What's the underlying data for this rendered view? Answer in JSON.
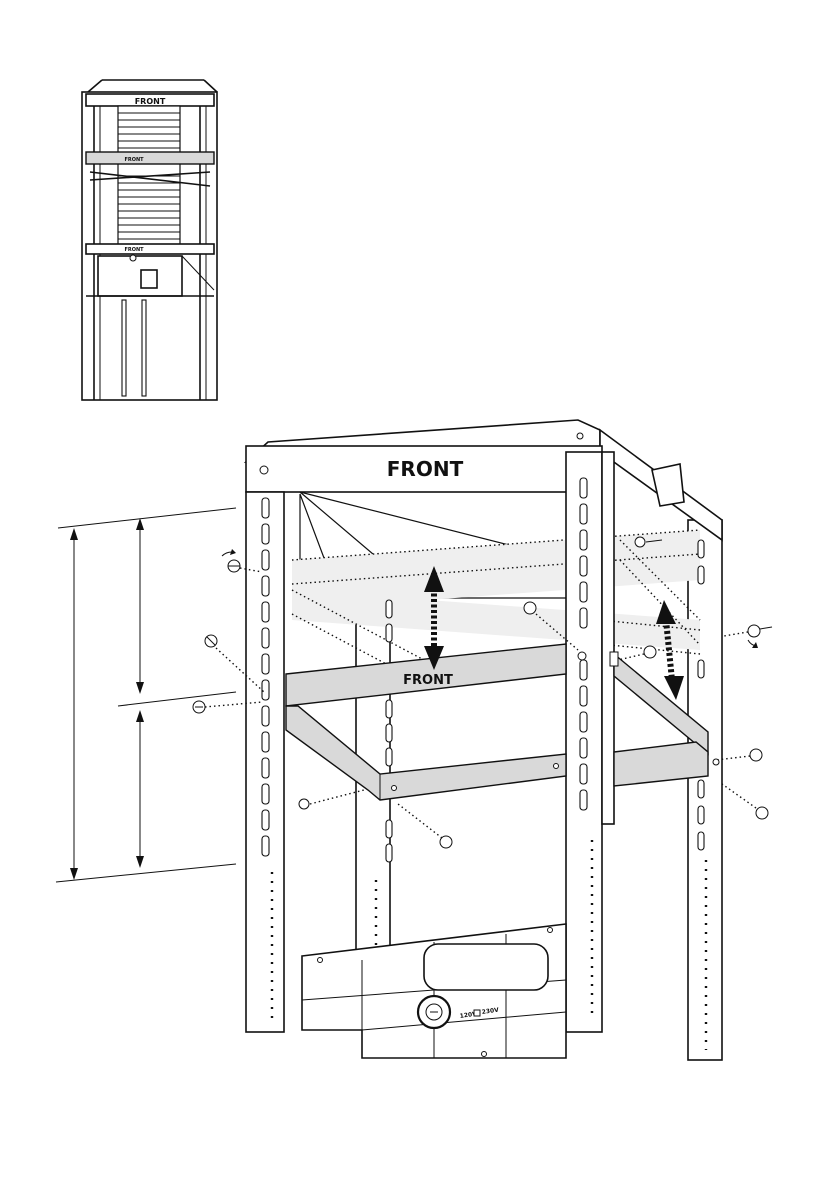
{
  "figure": {
    "inset_label": "FRONT",
    "inset_mid_label": "FRONT",
    "inset_lower_label": "FRONT",
    "top_frame_label": "FRONT",
    "crossbar_label": "FRONT",
    "panel_voltage_low": "120V",
    "panel_voltage_high": "230V"
  }
}
